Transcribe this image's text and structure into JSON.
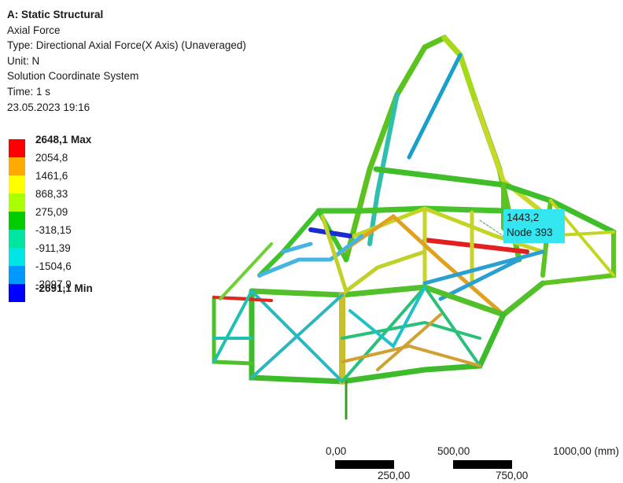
{
  "header": {
    "analysis": "A: Static Structural",
    "result": "Axial Force",
    "type": "Type: Directional Axial Force(X Axis) (Unaveraged)",
    "unit": "Unit: N",
    "coord": "Solution Coordinate System",
    "time": "Time: 1 s",
    "date": "23.05.2023 19:16"
  },
  "legend": {
    "max_label": "2648,1 Max",
    "min_label": "-2691,1 Min",
    "values": [
      "2054,8",
      "1461,6",
      "868,33",
      "275,09",
      "-318,15",
      "-911,39",
      "-1504,6",
      "-2097,9"
    ],
    "colors": [
      "#ff0000",
      "#ffaa00",
      "#ffff00",
      "#aaff00",
      "#00cc00",
      "#00e6a0",
      "#00e6e6",
      "#0099ff",
      "#0000ff"
    ]
  },
  "probe": {
    "value": "1443,2",
    "node": "Node 393"
  },
  "scale": {
    "top_labels": [
      "0,00",
      "500,00",
      "1000,00 (mm)"
    ],
    "bottom_labels": [
      "250,00",
      "750,00"
    ]
  }
}
